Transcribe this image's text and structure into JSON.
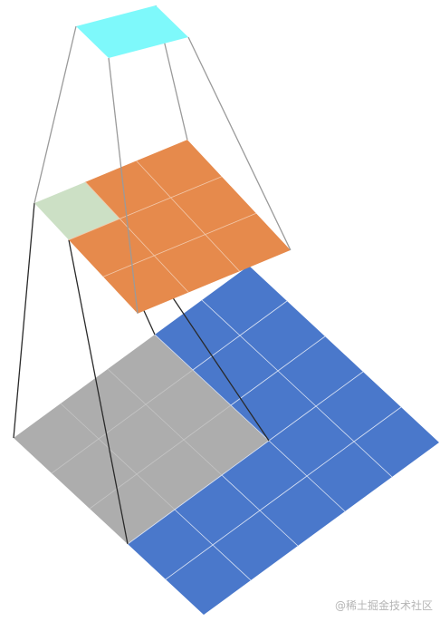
{
  "diagram": {
    "description_type": "receptive-field-convolution-layers",
    "layers": [
      {
        "name": "input-layer",
        "rows": 5,
        "cols": 5,
        "base_color": "#4a78cb",
        "highlight_color": "#adadad",
        "highlight_rows": 3,
        "highlight_cols": 3
      },
      {
        "name": "middle-layer",
        "rows": 3,
        "cols": 3,
        "base_color": "#e68a4c",
        "highlight_color": "#cce0c5"
      },
      {
        "name": "output-layer",
        "rows": 1,
        "cols": 1,
        "base_color": "#7ef9fb"
      }
    ],
    "colors": {
      "input_grid_line": "#d9e2f4",
      "input_highlight_grid_line": "#c4c4c4",
      "middle_grid_line": "#f2c8aa",
      "connector_top": "#9a9a9a",
      "connector_bottom": "#2a2a2a"
    }
  },
  "watermark": {
    "text": "@稀土掘金技术社区"
  }
}
